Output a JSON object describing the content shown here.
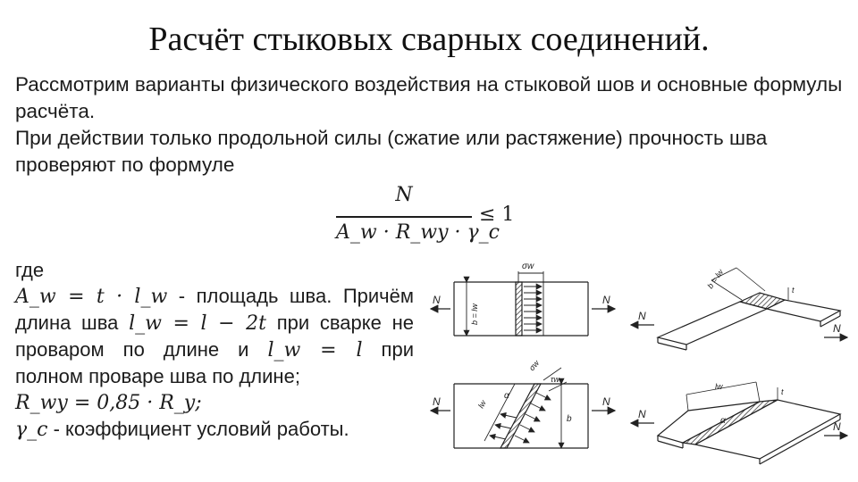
{
  "title": "Расчёт стыковых сварных соединений.",
  "intro": "Рассмотрим варианты физического воздействия на стыковой шов и основные формулы расчёта.",
  "axial_text": "При действии только продольной силы (сжатие или растяжение) прочность шва проверяют по формуле",
  "formula": {
    "numerator": "N",
    "denominator": "A_w · R_wy · γ_c",
    "rhs": "≤ 1"
  },
  "where_label": "где",
  "definitions": {
    "aw_lhs": "A_w = t · l_w",
    "aw_text_1": "- площадь шва. Причём",
    "aw_text_2a": "длина шва",
    "aw_formula_2": "l_w = l − 2t",
    "aw_text_2b": "при сварке не",
    "aw_text_3a": "проваром по длине и",
    "aw_formula_3": "l_w = l",
    "aw_text_3b": "при",
    "aw_text_4": "полном проваре шва по длине;",
    "rwy": "R_wy = 0,85 · R_y;",
    "gamma_lhs": "γ_c",
    "gamma_text": "- коэффициент условий работы."
  },
  "figure_labels": {
    "force": "N",
    "sigma_w": "σw",
    "tau_w": "τw",
    "b_eq_lw": "b = lw",
    "b": "b",
    "t": "t",
    "lw": "lw",
    "alpha": "α"
  }
}
